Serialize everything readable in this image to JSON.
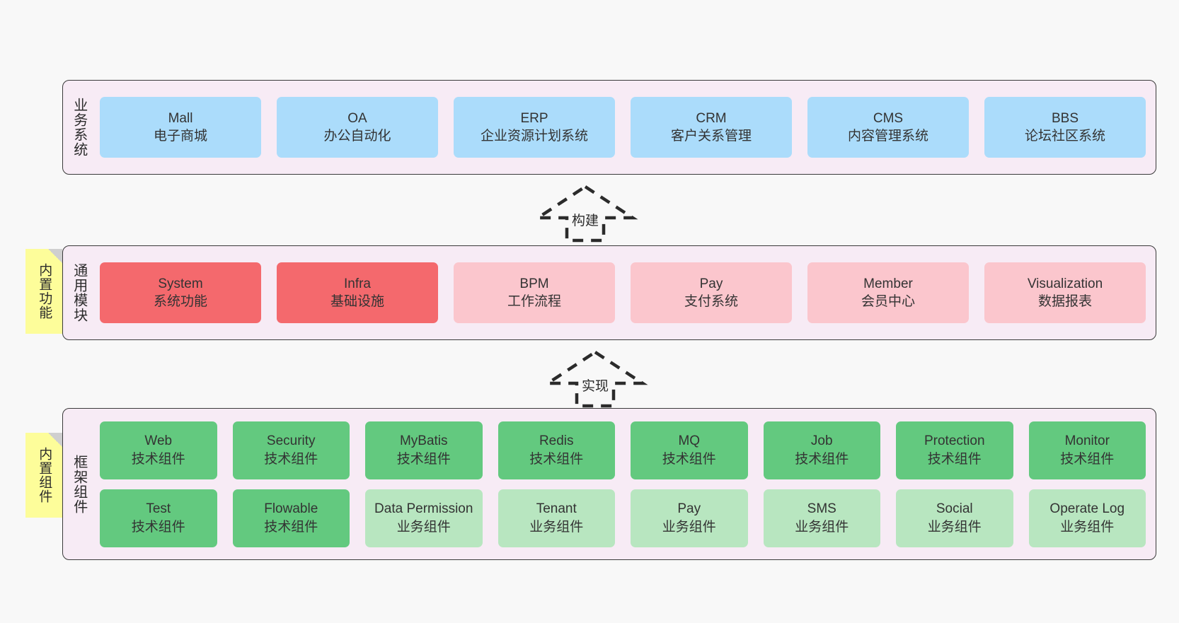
{
  "diagram": {
    "background_color": "#f8f8f8",
    "band_fill": "#f7ebf5",
    "band_border": "#3a3a3a"
  },
  "layers": [
    {
      "id": "business-systems",
      "title": "业务系统",
      "note": null,
      "rows": [
        {
          "items": [
            {
              "en": "Mall",
              "cn": "电子商城",
              "color": "#abdcfb",
              "style": "c-blue"
            },
            {
              "en": "OA",
              "cn": "办公自动化",
              "color": "#abdcfb",
              "style": "c-blue"
            },
            {
              "en": "ERP",
              "cn": "企业资源计划系统",
              "color": "#abdcfb",
              "style": "c-blue"
            },
            {
              "en": "CRM",
              "cn": "客户关系管理",
              "color": "#abdcfb",
              "style": "c-blue"
            },
            {
              "en": "CMS",
              "cn": "内容管理系统",
              "color": "#abdcfb",
              "style": "c-blue"
            },
            {
              "en": "BBS",
              "cn": "论坛社区系统",
              "color": "#abdcfb",
              "style": "c-blue"
            }
          ]
        }
      ]
    },
    {
      "id": "common-modules",
      "title": "通用模块",
      "note": "内置功能",
      "rows": [
        {
          "items": [
            {
              "en": "System",
              "cn": "系统功能",
              "color": "#f4696d",
              "style": "c-red"
            },
            {
              "en": "Infra",
              "cn": "基础设施",
              "color": "#f4696d",
              "style": "c-red"
            },
            {
              "en": "BPM",
              "cn": "工作流程",
              "color": "#fbc6cd",
              "style": "c-pink"
            },
            {
              "en": "Pay",
              "cn": "支付系统",
              "color": "#fbc6cd",
              "style": "c-pink"
            },
            {
              "en": "Member",
              "cn": "会员中心",
              "color": "#fbc6cd",
              "style": "c-pink"
            },
            {
              "en": "Visualization",
              "cn": "数据报表",
              "color": "#fbc6cd",
              "style": "c-pink"
            }
          ]
        }
      ]
    },
    {
      "id": "framework-components",
      "title": "框架组件",
      "note": "内置组件",
      "rows": [
        {
          "items": [
            {
              "en": "Web",
              "cn": "技术组件",
              "color": "#63c97f",
              "style": "c-green"
            },
            {
              "en": "Security",
              "cn": "技术组件",
              "color": "#63c97f",
              "style": "c-green"
            },
            {
              "en": "MyBatis",
              "cn": "技术组件",
              "color": "#63c97f",
              "style": "c-green"
            },
            {
              "en": "Redis",
              "cn": "技术组件",
              "color": "#63c97f",
              "style": "c-green"
            },
            {
              "en": "MQ",
              "cn": "技术组件",
              "color": "#63c97f",
              "style": "c-green"
            },
            {
              "en": "Job",
              "cn": "技术组件",
              "color": "#63c97f",
              "style": "c-green"
            },
            {
              "en": "Protection",
              "cn": "技术组件",
              "color": "#63c97f",
              "style": "c-green"
            },
            {
              "en": "Monitor",
              "cn": "技术组件",
              "color": "#63c97f",
              "style": "c-green"
            }
          ]
        },
        {
          "items": [
            {
              "en": "Test",
              "cn": "技术组件",
              "color": "#63c97f",
              "style": "c-green"
            },
            {
              "en": "Flowable",
              "cn": "技术组件",
              "color": "#63c97f",
              "style": "c-green"
            },
            {
              "en": "Data Permission",
              "cn": "业务组件",
              "color": "#b8e6c0",
              "style": "c-lightgreen"
            },
            {
              "en": "Tenant",
              "cn": "业务组件",
              "color": "#b8e6c0",
              "style": "c-lightgreen"
            },
            {
              "en": "Pay",
              "cn": "业务组件",
              "color": "#b8e6c0",
              "style": "c-lightgreen"
            },
            {
              "en": "SMS",
              "cn": "业务组件",
              "color": "#b8e6c0",
              "style": "c-lightgreen"
            },
            {
              "en": "Social",
              "cn": "业务组件",
              "color": "#b8e6c0",
              "style": "c-lightgreen"
            },
            {
              "en": "Operate Log",
              "cn": "业务组件",
              "color": "#b8e6c0",
              "style": "c-lightgreen"
            }
          ]
        }
      ]
    }
  ],
  "connectors": [
    {
      "id": "connector-build",
      "label": "构建",
      "direction": "up",
      "from": "common-modules",
      "to": "business-systems"
    },
    {
      "id": "connector-implement",
      "label": "实现",
      "direction": "up",
      "from": "framework-components",
      "to": "common-modules"
    }
  ]
}
